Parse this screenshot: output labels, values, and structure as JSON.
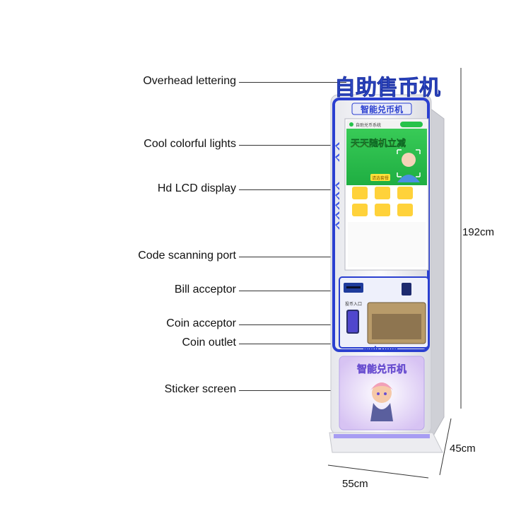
{
  "callouts": [
    {
      "label": "Overhead lettering"
    },
    {
      "label": "Cool colorful lights"
    },
    {
      "label": "Hd LCD display"
    },
    {
      "label": "Code scanning port"
    },
    {
      "label": "Bill acceptor"
    },
    {
      "label": "Coin acceptor"
    },
    {
      "label": "Coin outlet"
    },
    {
      "label": "Sticker screen"
    }
  ],
  "dimensions": {
    "height": "192cm",
    "depth": "45cm",
    "width": "55cm"
  },
  "machine": {
    "top_sign": "自助售币机",
    "header_sign": "智能兑币机",
    "welcome_text": "welcome",
    "sticker_title": "智能兑币机",
    "screen": {
      "app_name": "自助兑币系统",
      "banner_text": "天天随机立减",
      "section_title": "请选套餐",
      "coin_input_label": "投币入口"
    }
  },
  "colors": {
    "frame_blue": "#2a3fd0",
    "screen_green": "#26c24a",
    "banner_yellow": "#ffe23a",
    "body_white": "#f4f4f6"
  }
}
